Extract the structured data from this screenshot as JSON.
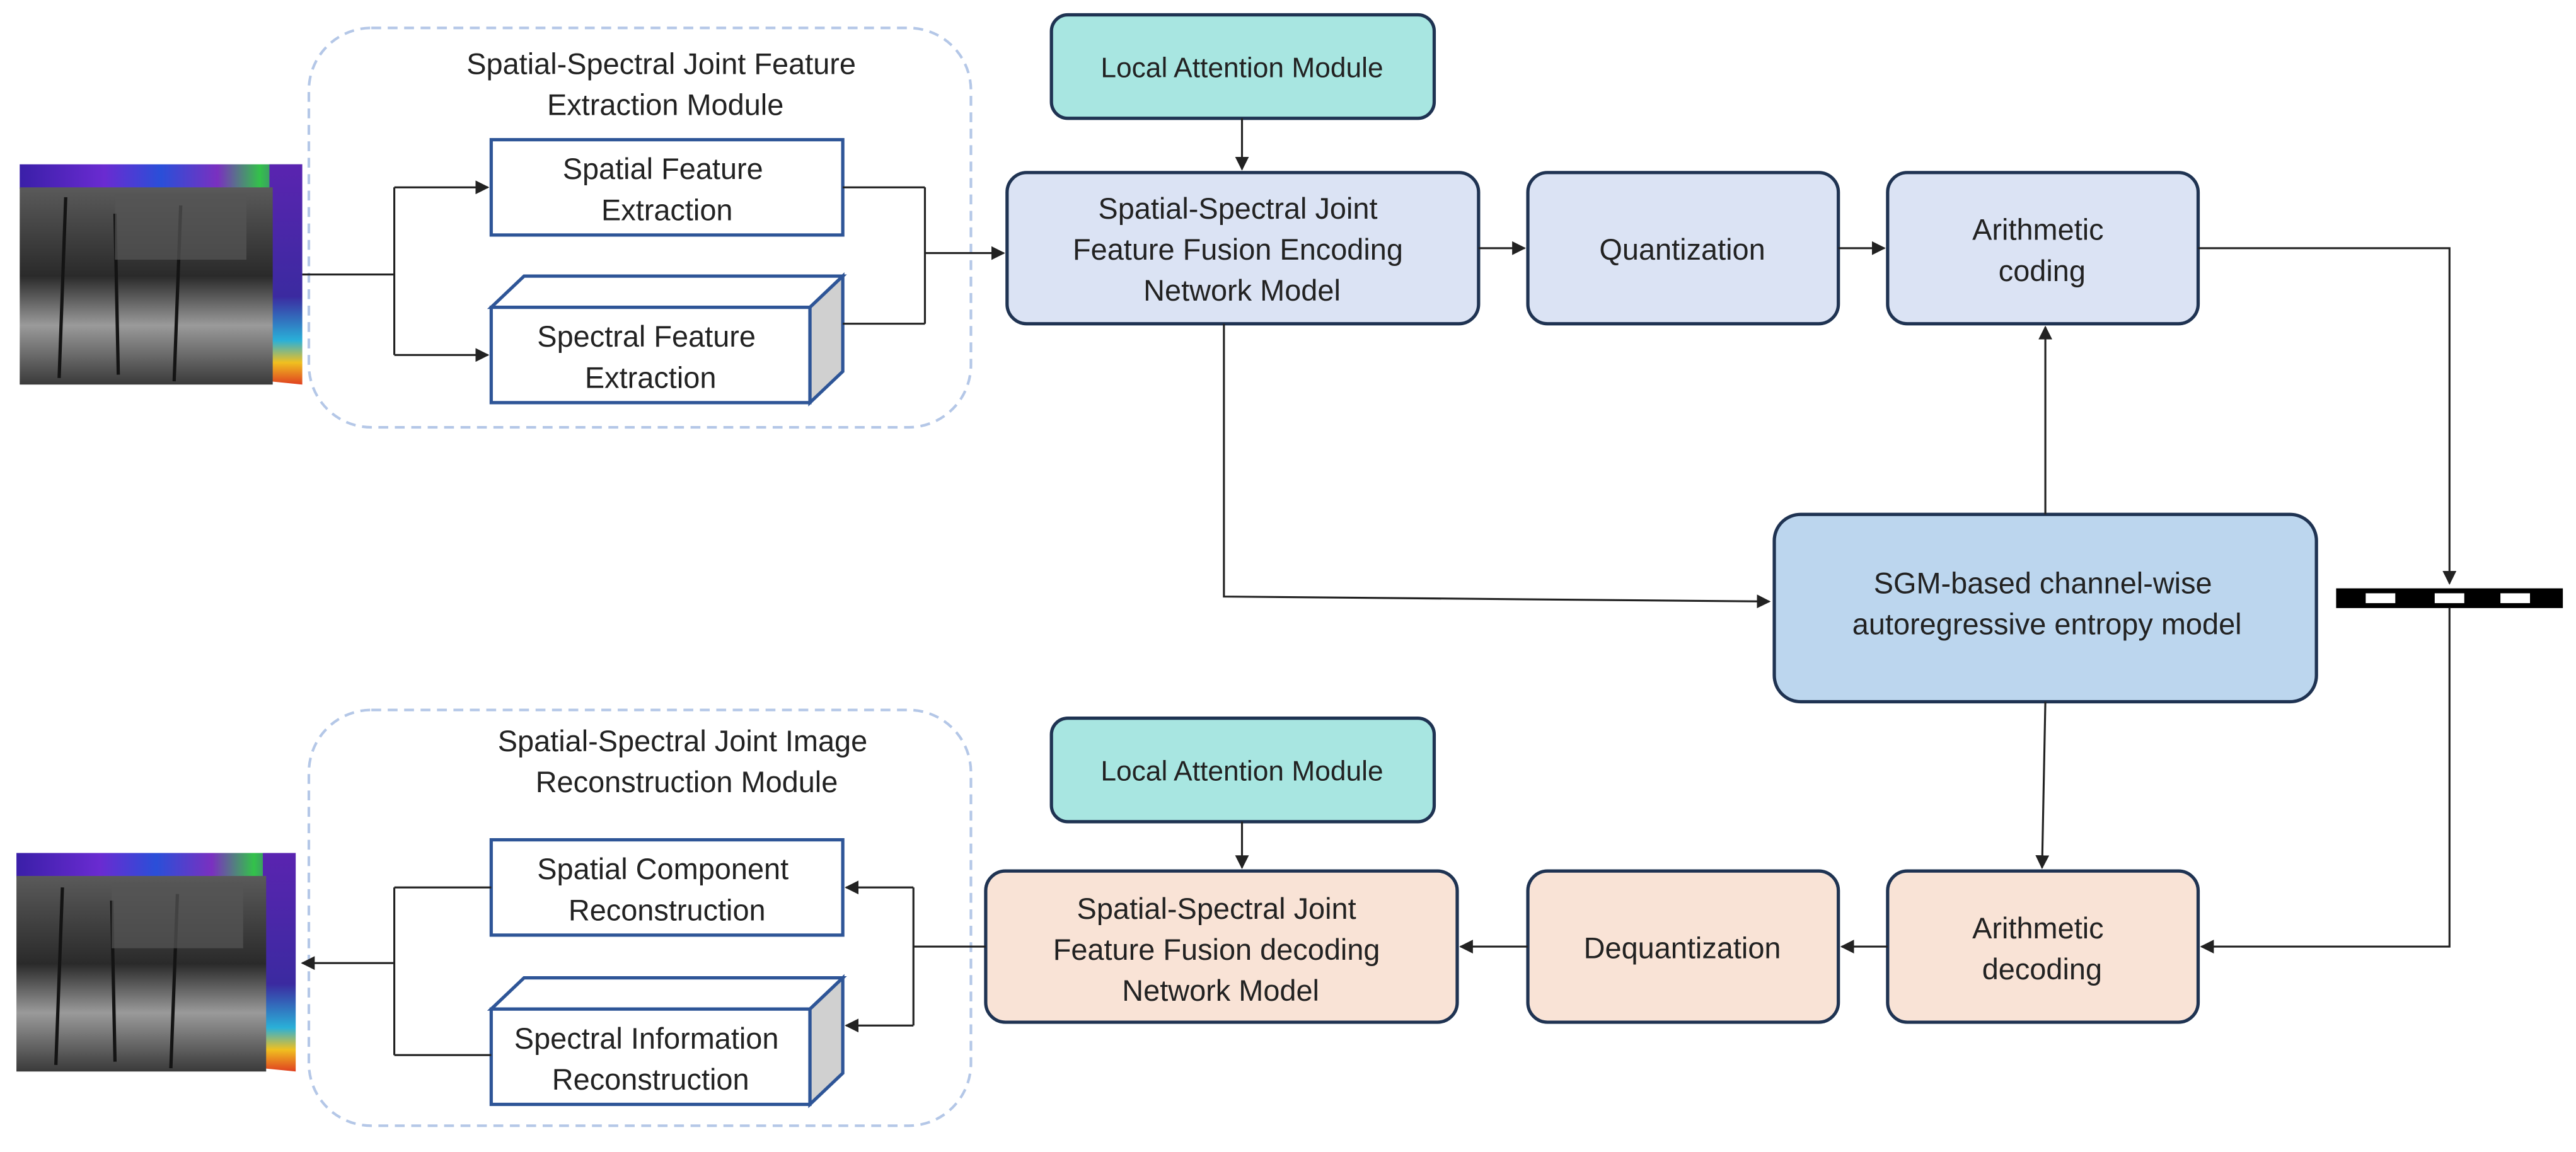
{
  "encoder": {
    "group_title": [
      "Spatial-Spectral Joint Feature",
      "Extraction Module"
    ],
    "spatial_feature": [
      "Spatial Feature",
      "Extraction"
    ],
    "spectral_feature": [
      "Spectral Feature",
      "Extraction"
    ],
    "local_attention": "Local Attention Module",
    "encoding_network": [
      "Spatial-Spectral Joint",
      "Feature Fusion Encoding",
      "Network Model"
    ],
    "quantization": "Quantization",
    "arithmetic_coding": [
      "Arithmetic",
      "coding"
    ]
  },
  "entropy_model": [
    "SGM-based channel-wise",
    "autoregressive entropy model"
  ],
  "decoder": {
    "group_title": [
      "Spatial-Spectral Joint Image",
      "Reconstruction  Module"
    ],
    "spatial_component": [
      "Spatial Component",
      "Reconstruction"
    ],
    "spectral_information": [
      "Spectral Information",
      "Reconstruction"
    ],
    "local_attention": "Local Attention Module",
    "decoding_network": [
      "Spatial-Spectral Joint",
      "Feature Fusion decoding",
      "Network Model"
    ],
    "dequantization": "Dequantization",
    "arithmetic_decoding": [
      "Arithmetic",
      "decoding"
    ]
  },
  "colors": {
    "encoder_fill": "#dbe3f4",
    "decoder_fill": "#f9e3d6",
    "attention_fill": "#a8e6e1",
    "entropy_fill": "#bcd6ee",
    "box_stroke": "#1f3352",
    "feature_stroke": "#2e5597",
    "group_stroke": "#b4c7e7",
    "line": "#222222"
  }
}
